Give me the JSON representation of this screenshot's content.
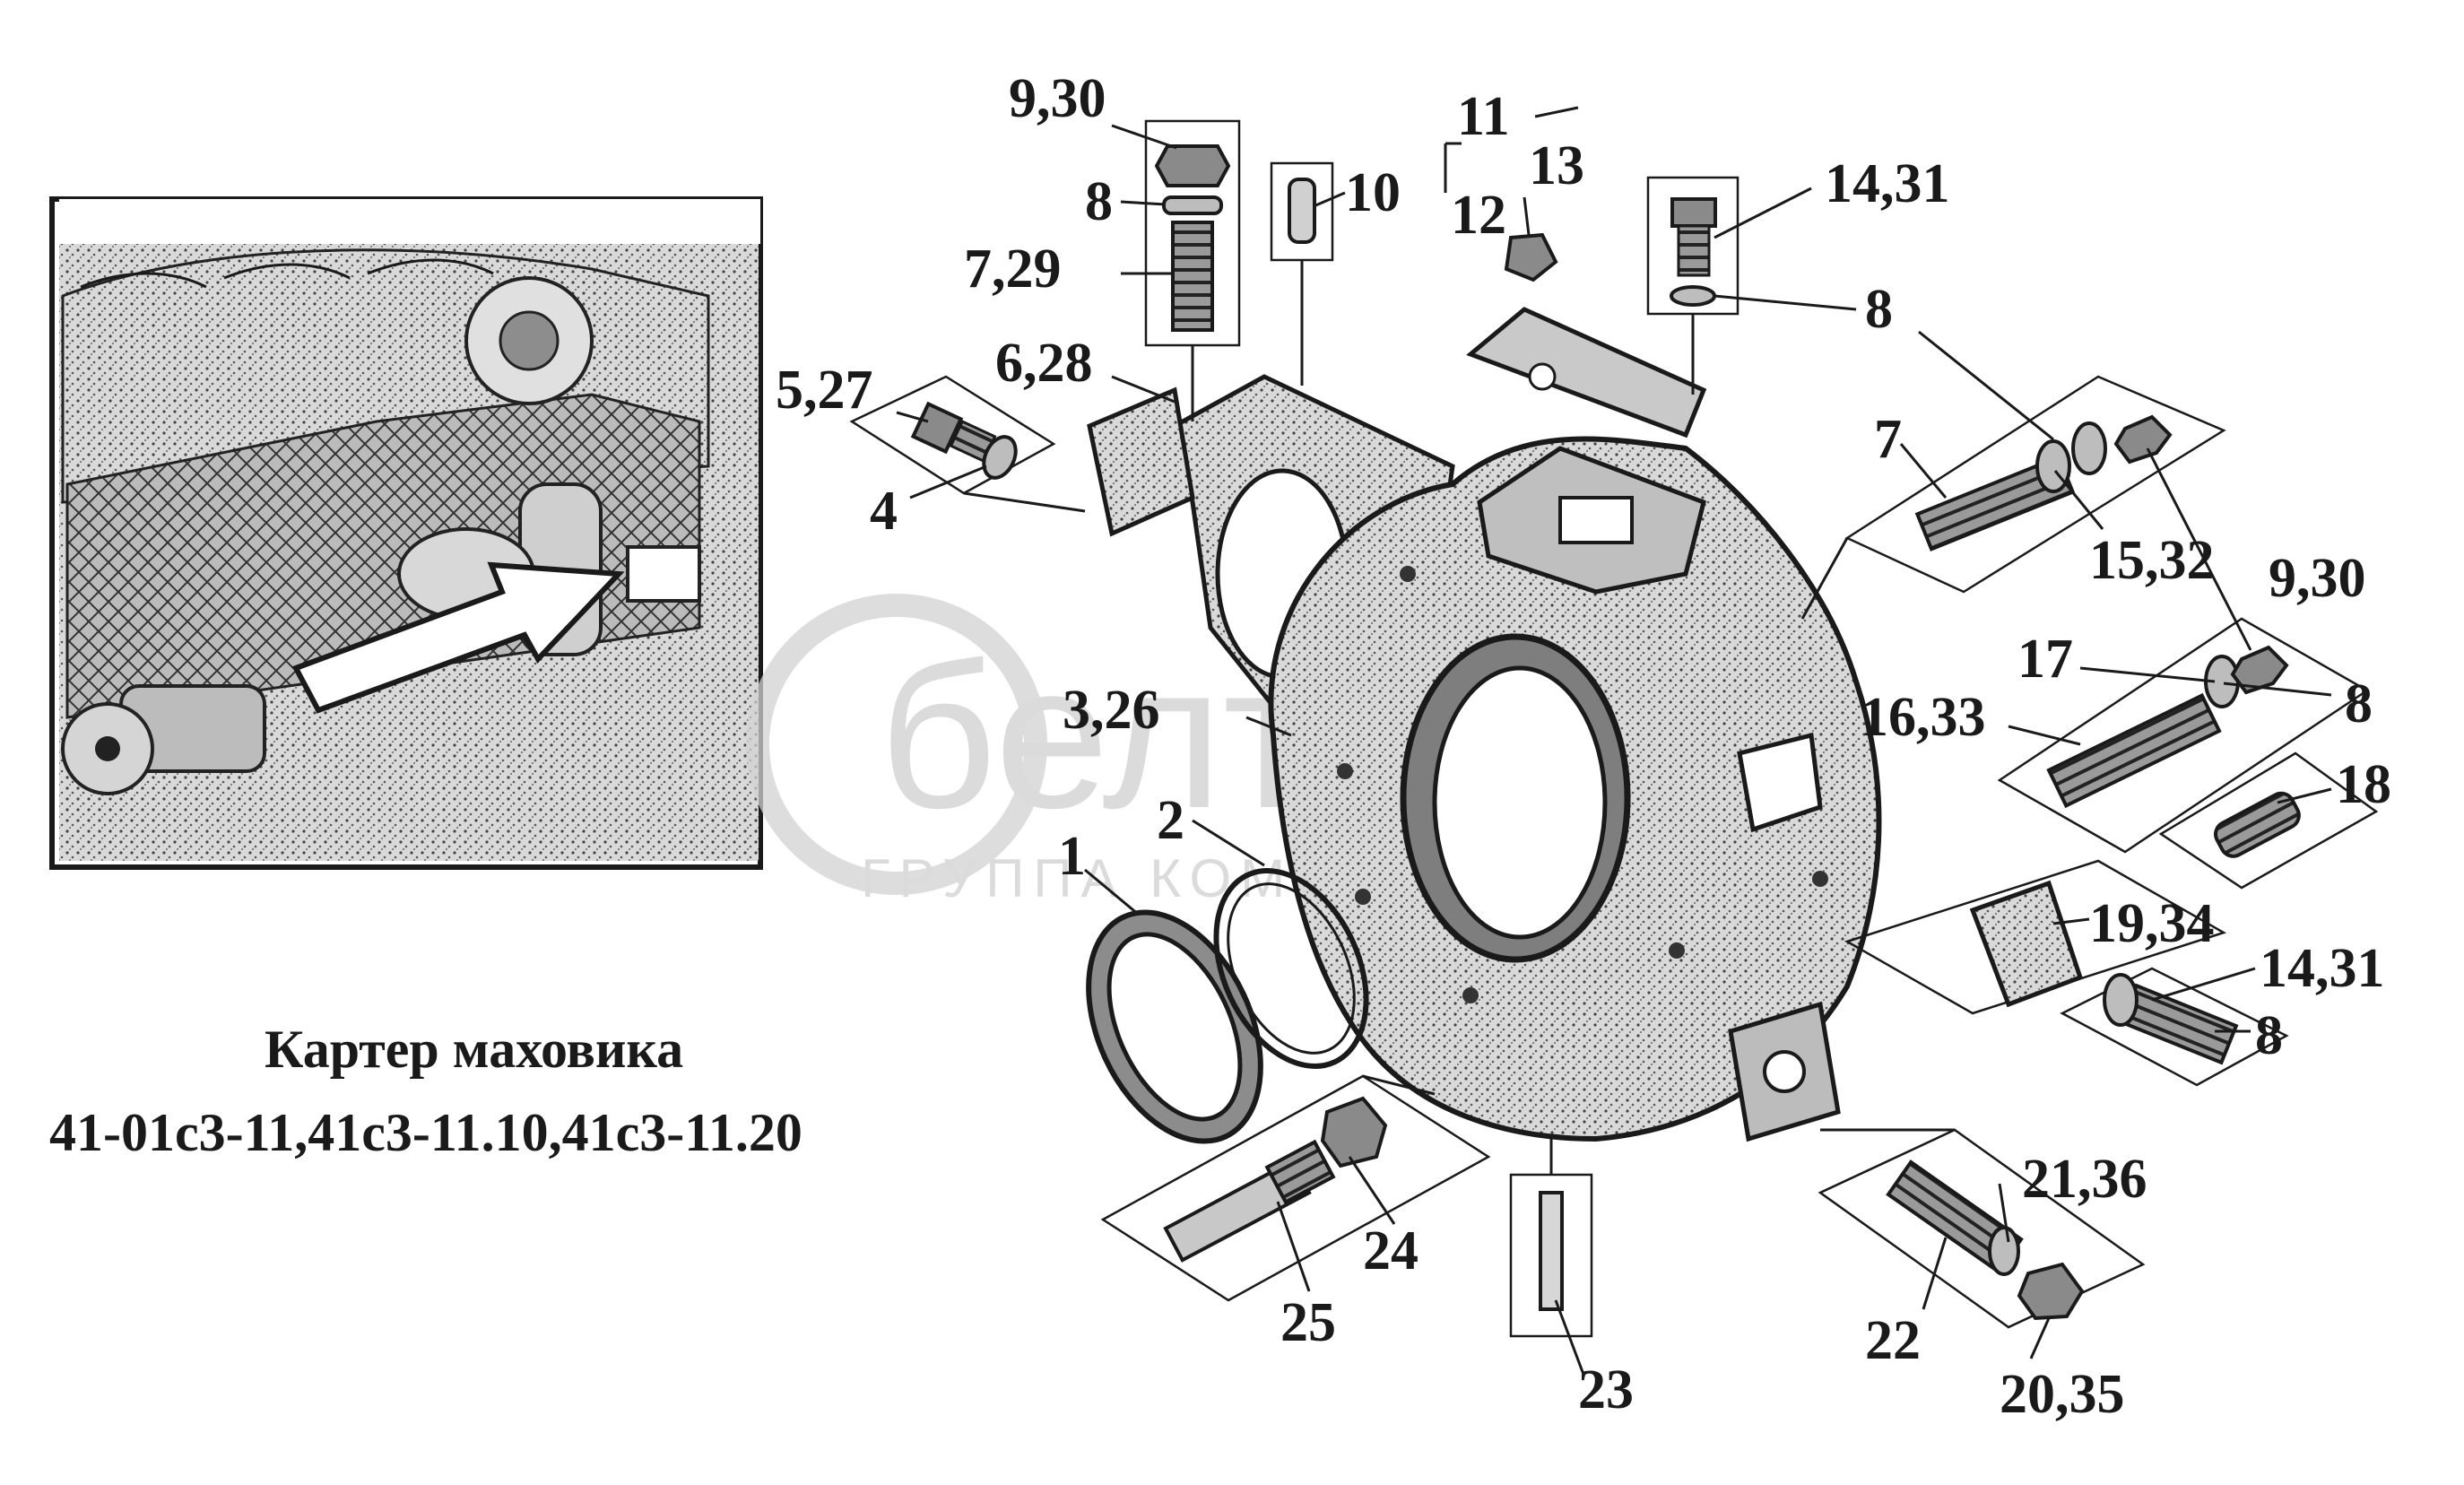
{
  "caption": {
    "title": "Картер маховика",
    "models": "41-01с3-11,41с3-11.10,41с3-11.20"
  },
  "watermark": {
    "brand": "белтрасо",
    "subtitle": "ГРУППА КОМПАНИЙ"
  },
  "labels": {
    "l_9_30_top": "9,30",
    "l_8_top": "8",
    "l_7_29": "7,29",
    "l_10": "10",
    "l_11": "11",
    "l_12": "12",
    "l_13": "13",
    "l_14_31_top": "14,31",
    "l_8_right_top": "8",
    "l_5_27": "5,27",
    "l_4": "4",
    "l_6_28": "6,28",
    "l_7": "7",
    "l_15_32": "15,32",
    "l_9_30_right": "9,30",
    "l_17": "17",
    "l_8_mid": "8",
    "l_16_33": "16,33",
    "l_3_26": "3,26",
    "l_18": "18",
    "l_2": "2",
    "l_1": "1",
    "l_19_34": "19,34",
    "l_14_31_bottom": "14,31",
    "l_8_bottom": "8",
    "l_21_36": "21,36",
    "l_24": "24",
    "l_25": "25",
    "l_22": "22",
    "l_23": "23",
    "l_20_35": "20,35"
  }
}
